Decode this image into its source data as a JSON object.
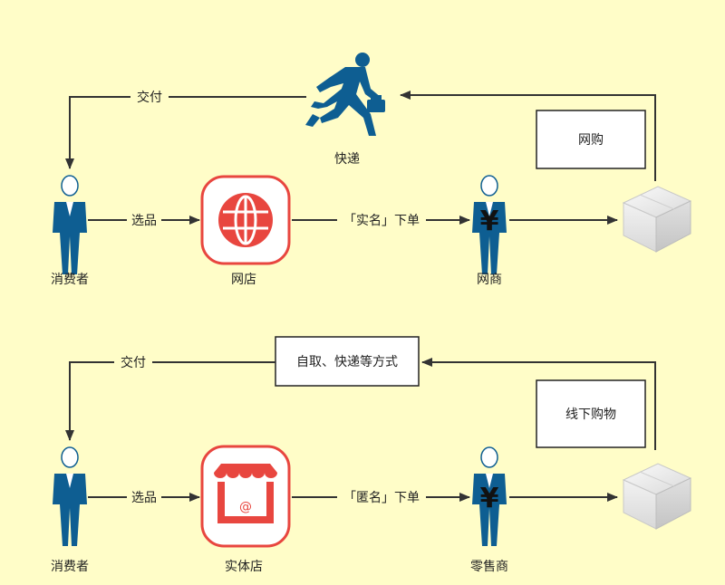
{
  "top": {
    "courier_label": "快递",
    "deliver_label": "交付",
    "consumer_label": "消费者",
    "select_label": "选品",
    "store_label": "网店",
    "order_label": "「实名」下单",
    "merchant_label": "网商",
    "note": "网购",
    "yen": "¥"
  },
  "bottom": {
    "delivery_box": "自取、快递等方式",
    "deliver_label": "交付",
    "consumer_label": "消费者",
    "select_label": "选品",
    "store_label": "实体店",
    "store_at": "@",
    "order_label": "「匿名」下单",
    "merchant_label": "零售商",
    "note": "线下购物",
    "yen": "¥"
  },
  "colors": {
    "background": "#FFFDC8",
    "person": "#0E5E92",
    "store_icon": "#E8463F",
    "box_fill": "#EFEFEF"
  }
}
